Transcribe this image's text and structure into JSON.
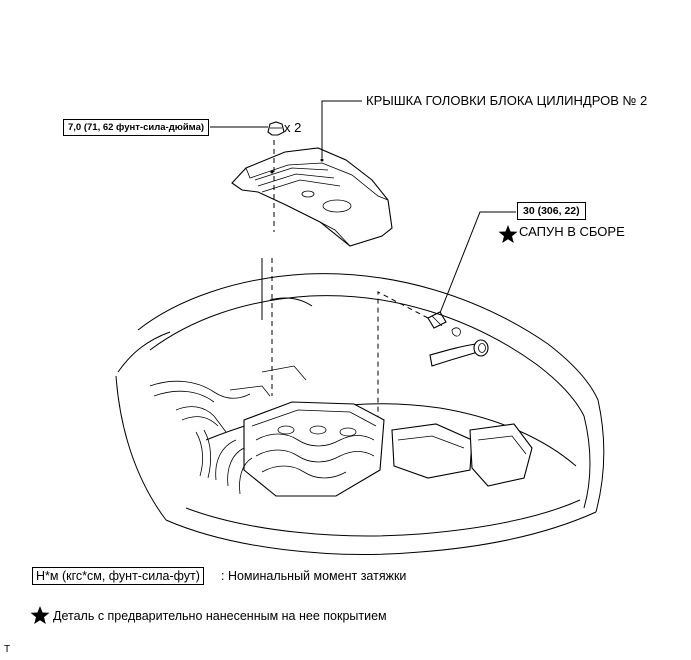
{
  "callouts": {
    "cover_name": "КРЫШКА ГОЛОВКИ БЛОКА ЦИЛИНДРОВ № 2",
    "nut_torque": "7,0 (71, 62 фунт-сила-дюйма)",
    "nut_quantity": "x 2",
    "breather_torque": "30 (306, 22)",
    "breather_name": "САПУН В СБОРЕ"
  },
  "legend": {
    "torque_unit": "Н*м (кгс*см, фунт-сила-фут)",
    "torque_desc": ": Номинальный момент затяжки",
    "precoated_desc": "Деталь с предварительно нанесенным на нее покрытием"
  },
  "footer_mark": "T",
  "icons": {
    "precoated_marker": "star-icon"
  }
}
